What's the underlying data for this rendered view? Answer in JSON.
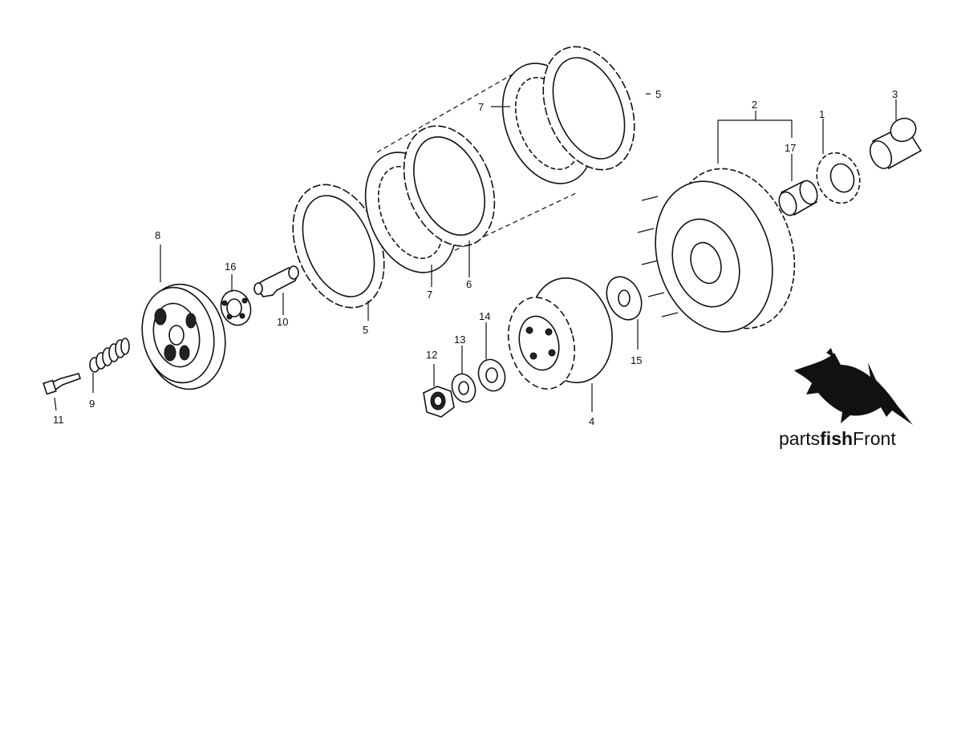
{
  "labels": {
    "p1": "1",
    "p2": "2",
    "p3": "3",
    "p4": "4",
    "p5a": "5",
    "p5b": "5",
    "p6": "6",
    "p7a": "7",
    "p7b": "7",
    "p8": "8",
    "p9": "9",
    "p10": "10",
    "p11": "11",
    "p12": "12",
    "p13": "13",
    "p14": "14",
    "p15": "15",
    "p16": "16",
    "p17": "17"
  },
  "brand": {
    "parts": "parts",
    "fish": "fish",
    "front": "Front"
  },
  "icons": {
    "logo": "swordfish-logo-icon"
  }
}
